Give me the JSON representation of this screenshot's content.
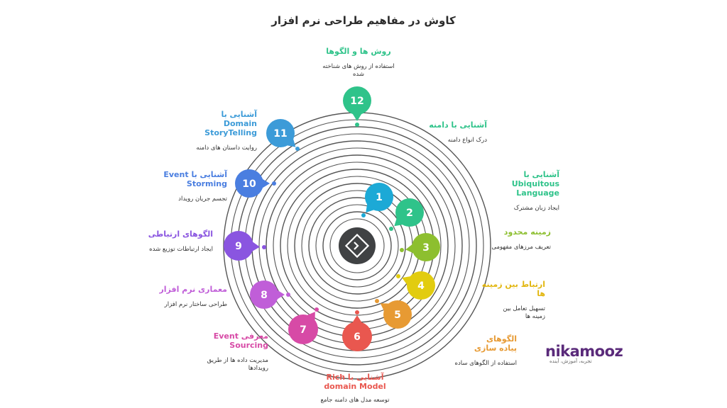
{
  "title": "کاوش در مفاهیم طراحی نرم افزار",
  "center_icon": "diamond-arrows-icon",
  "steps": [
    {
      "n": "1",
      "title": "",
      "desc": "",
      "color": "#1ca9d6"
    },
    {
      "n": "2",
      "title": "آشنایی با دامنه",
      "desc": "درک انواع دامنه",
      "color": "#2fc38a"
    },
    {
      "n": "3",
      "title": "آشنایی با Ubiquitous Language",
      "desc": "ایجاد زبان مشترک",
      "color": "#8dbf2f"
    },
    {
      "n": "4",
      "title": "زمینه محدود",
      "desc": "تعریف مرزهای مفهومی",
      "color": "#e2cc0f"
    },
    {
      "n": "5",
      "title": "ارتباط بین زمینه ها",
      "desc": "تسهیل تعامل بین زمینه ها",
      "color": "#e79a33"
    },
    {
      "n": "6",
      "title": "الگوهای پیاده سازی",
      "desc": "استفاده از الگوهای ساده",
      "color": "#e9574f"
    },
    {
      "n": "7",
      "title": "آشنایی با Rich domain Model",
      "desc": "توسعه مدل های دامنه جامع",
      "color": "#d74aa6"
    },
    {
      "n": "8",
      "title": "معرفی Event Sourcing",
      "desc": "مدیریت داده ها از طریق رویدادها",
      "color": "#c05ed8"
    },
    {
      "n": "9",
      "title": "معماری نرم افزار",
      "desc": "طراحی ساختار نرم افزار",
      "color": "#8a55e0"
    },
    {
      "n": "10",
      "title": "الگوهای ارتباطی",
      "desc": "ایجاد ارتباطات توزیع شده",
      "color": "#4a7ee0"
    },
    {
      "n": "11",
      "title": "آشنایی با Event Storming",
      "desc": "تجسم جریان رویداد",
      "color": "#3c9bd8"
    },
    {
      "n": "12",
      "title": "آشنایی با Domain StoryTelling",
      "desc": "روایت داستان های دامنه",
      "color": "#2fc38a"
    },
    {
      "n": "",
      "title": "روش ها و الگوها",
      "desc": "استفاده از روش های شناخته شده",
      "color": "#2fc38a"
    }
  ],
  "logo": {
    "brand": "nikamooz",
    "tagline": "تجربه، آموزش، آینده"
  }
}
